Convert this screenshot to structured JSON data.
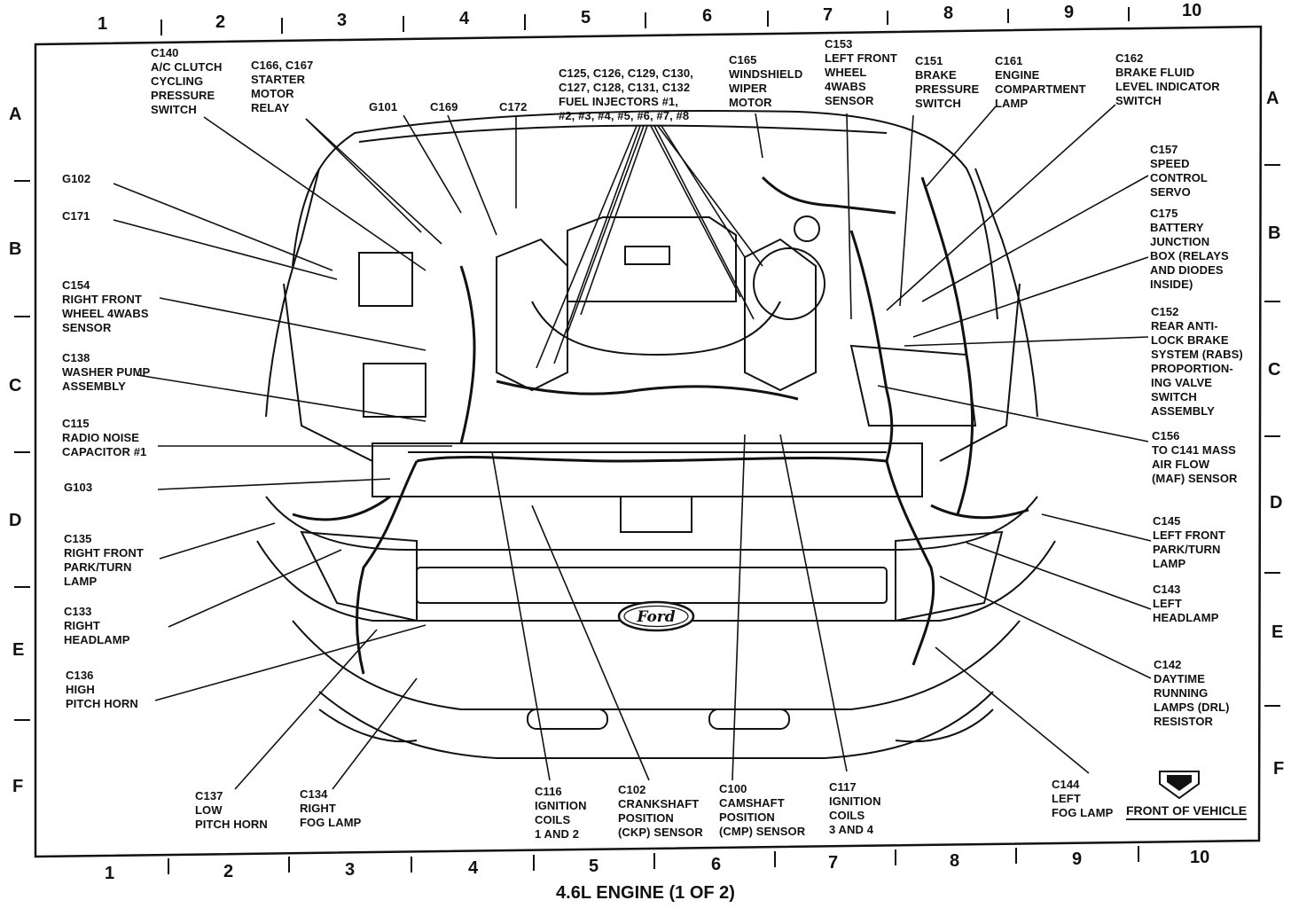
{
  "grid": {
    "columns": [
      "1",
      "2",
      "3",
      "4",
      "5",
      "6",
      "7",
      "8",
      "9",
      "10"
    ],
    "rows": [
      "A",
      "B",
      "C",
      "D",
      "E",
      "F"
    ]
  },
  "caption": "4.6L ENGINE (1 OF 2)",
  "front_label": "FRONT OF VEHICLE",
  "labels": {
    "c140": "C140\nA/C CLUTCH\nCYCLING\nPRESSURE\nSWITCH",
    "c166": "C166, C167\nSTARTER\nMOTOR\nRELAY",
    "g101": "G101",
    "c169": "C169",
    "c172": "C172",
    "c125": "C125, C126, C129, C130,\nC127, C128, C131, C132\nFUEL INJECTORS #1,\n#2, #3, #4, #5, #6, #7, #8",
    "c165": "C165\nWINDSHIELD\nWIPER\nMOTOR",
    "c153": "C153\nLEFT FRONT\nWHEEL\n4WABS\nSENSOR",
    "c151": "C151\nBRAKE\nPRESSURE\nSWITCH",
    "c161": "C161\nENGINE\nCOMPARTMENT\nLAMP",
    "c162": "C162\nBRAKE FLUID\nLEVEL INDICATOR\nSWITCH",
    "g102": "G102",
    "c171": "C171",
    "c154": "C154\nRIGHT FRONT\nWHEEL 4WABS\nSENSOR",
    "c138": "C138\nWASHER PUMP\nASSEMBLY",
    "c115": "C115\nRADIO NOISE\nCAPACITOR #1",
    "g103": "G103",
    "c135": "C135\nRIGHT FRONT\nPARK/TURN\nLAMP",
    "c133": "C133\nRIGHT\nHEADLAMP",
    "c136": "C136\nHIGH\nPITCH HORN",
    "c137": "C137\nLOW\nPITCH HORN",
    "c134": "C134\nRIGHT\nFOG LAMP",
    "c116": "C116\nIGNITION\nCOILS\n1 AND 2",
    "c102": "C102\nCRANKSHAFT\nPOSITION\n(CKP) SENSOR",
    "c100": "C100\nCAMSHAFT\nPOSITION\n(CMP) SENSOR",
    "c117": "C117\nIGNITION\nCOILS\n3 AND 4",
    "c144": "C144\nLEFT\nFOG LAMP",
    "c157": "C157\nSPEED\nCONTROL\nSERVO",
    "c175": "C175\nBATTERY\nJUNCTION\nBOX (RELAYS\nAND DIODES\nINSIDE)",
    "c152": "C152\nREAR ANTI-\nLOCK BRAKE\nSYSTEM (RABS)\nPROPORTION-\nING VALVE\nSWITCH\nASSEMBLY",
    "c156": "C156\nTO C141 MASS\nAIR FLOW\n(MAF) SENSOR",
    "c145": "C145\nLEFT FRONT\nPARK/TURN\nLAMP",
    "c143": "C143\nLEFT\nHEADLAMP",
    "c142": "C142\nDAYTIME\nRUNNING\nLAMPS (DRL)\nRESISTOR"
  },
  "logo_text": "Ford"
}
